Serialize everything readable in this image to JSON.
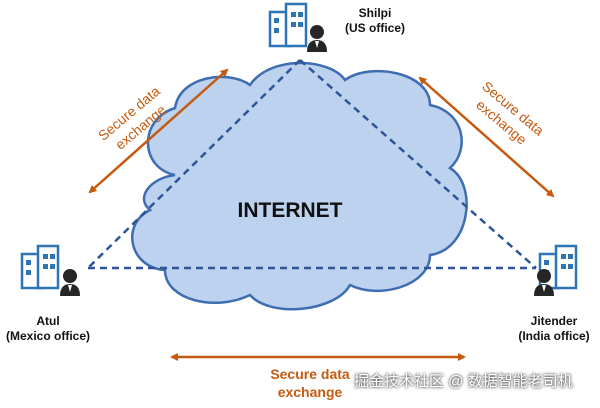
{
  "diagram": {
    "center_label": "INTERNET",
    "nodes": {
      "top": {
        "name": "Shilpi",
        "office": "(US office)"
      },
      "left": {
        "name": "Atul",
        "office": "(Mexico office)"
      },
      "right": {
        "name": "Jitender",
        "office": "(India office)"
      }
    },
    "exchange_labels": {
      "left": [
        "Secure data",
        "exchange"
      ],
      "right": [
        "Secure data",
        "exchange"
      ],
      "bottom": [
        "Secure data",
        "exchange"
      ]
    }
  },
  "watermark": "掘金技术社区 @ 数据智能老司机",
  "colors": {
    "cloud_fill": "#bcd2ee",
    "cloud_stroke": "#3f6db1",
    "triangle_stroke": "#2f5597",
    "arrow": "#c55a11",
    "building": "#2e75b6",
    "person": "#262626"
  }
}
